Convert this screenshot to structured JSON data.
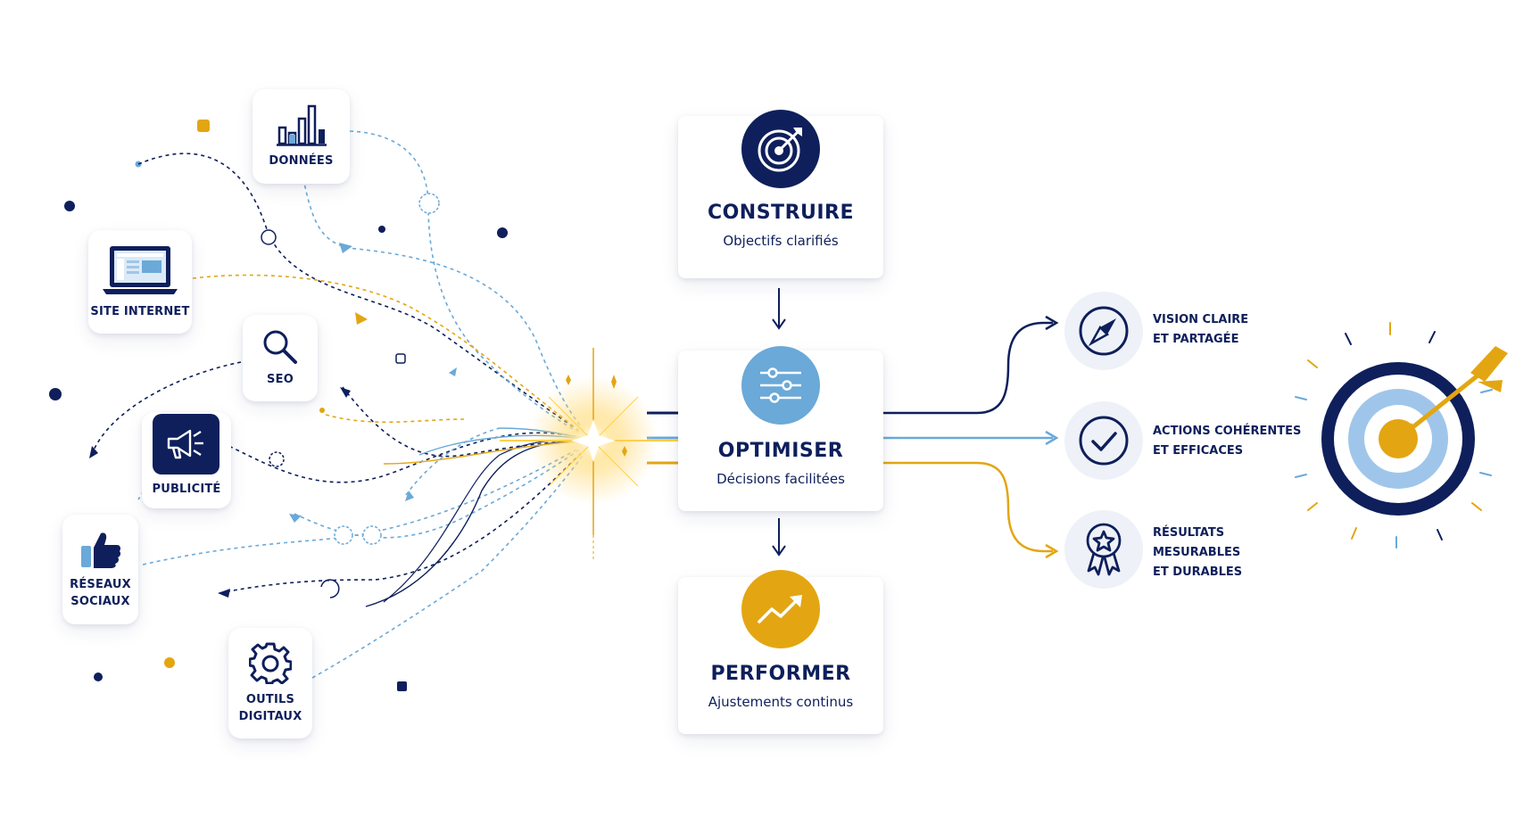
{
  "sources": [
    {
      "id": "donnees",
      "label": "DONNÉES",
      "icon": "bar-chart-icon"
    },
    {
      "id": "site",
      "label": "SITE INTERNET",
      "icon": "laptop-icon"
    },
    {
      "id": "seo",
      "label": "SEO",
      "icon": "magnifier-icon"
    },
    {
      "id": "pub",
      "label": "PUBLICITÉ",
      "icon": "megaphone-icon"
    },
    {
      "id": "reseaux",
      "label_line1": "RÉSEAUX",
      "label_line2": "SOCIAUX",
      "icon": "thumbs-up-icon"
    },
    {
      "id": "outils",
      "label_line1": "OUTILS",
      "label_line2": "DIGITAUX",
      "icon": "gear-icon"
    }
  ],
  "steps": [
    {
      "title": "CONSTRUIRE",
      "subtitle": "Objectifs clarifiés",
      "icon": "target-icon",
      "color": "#0e1f5b"
    },
    {
      "title": "OPTIMISER",
      "subtitle": "Décisions facilitées",
      "icon": "sliders-icon",
      "color": "#6aa9d8"
    },
    {
      "title": "PERFORMER",
      "subtitle": "Ajustements continus",
      "icon": "trend-up-icon",
      "color": "#e3a612"
    }
  ],
  "outcomes": [
    {
      "line1": "VISION CLAIRE",
      "line2": "ET PARTAGÉE",
      "icon": "compass-icon"
    },
    {
      "line1": "ACTIONS COHÉRENTES",
      "line2": "ET EFFICACES",
      "icon": "check-icon"
    },
    {
      "line1": "RÉSULTATS",
      "line2": "MESURABLES",
      "line3": "ET DURABLES",
      "icon": "award-ribbon-icon"
    }
  ],
  "colors": {
    "navy": "#0e1f5b",
    "light_blue": "#6aa9d8",
    "gold": "#e3a612",
    "outcome_bg": "#eef1f7"
  }
}
